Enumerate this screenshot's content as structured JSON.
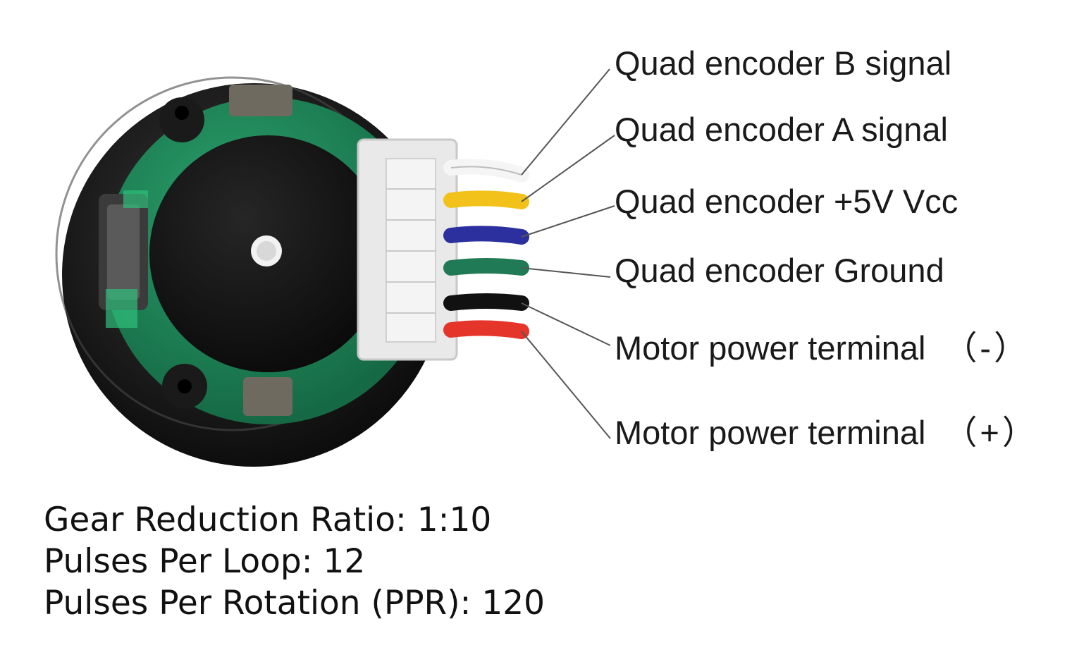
{
  "pins": [
    {
      "label": "Quad encoder B signal",
      "polarity": "",
      "wire_color": "#ececec"
    },
    {
      "label": "Quad encoder A signal",
      "polarity": "",
      "wire_color": "#f2c21b"
    },
    {
      "label": "Quad encoder +5V Vcc",
      "polarity": "",
      "wire_color": "#2c2f9e"
    },
    {
      "label": "Quad encoder Ground",
      "polarity": "",
      "wire_color": "#1f7a55"
    },
    {
      "label": "Motor power terminal",
      "polarity": "（-）",
      "wire_color": "#111111"
    },
    {
      "label": "Motor power terminal",
      "polarity": "（+）",
      "wire_color": "#e5342a"
    }
  ],
  "specs": [
    "Gear Reduction Ratio: 1:10",
    "Pulses Per Loop: 12",
    "Pulses Per Rotation (PPR): 120"
  ],
  "colors": {
    "pcb": "#1f8a5c",
    "motor_body": "#1b1b1b",
    "magnet_disc": "#141414",
    "connector": "#e9e9e9",
    "leader_line": "#555555",
    "text": "#1a1a1a"
  }
}
